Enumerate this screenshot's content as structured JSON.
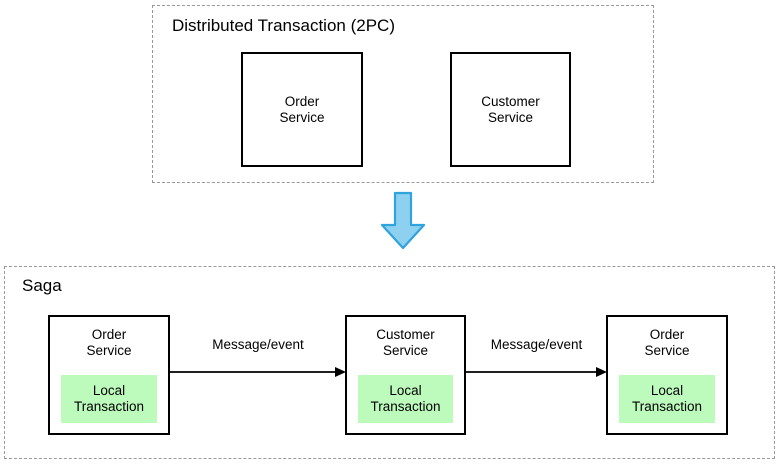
{
  "diagram": {
    "title_2pc": "Distributed Transaction (2PC)",
    "title_saga": "Saga",
    "colors": {
      "local_transaction_fill": "#bdfbbd",
      "arrow_fill": "#8ed0f0",
      "arrow_stroke": "#2ea3dc",
      "group_border": "#9a9a9a",
      "box_border": "#000000"
    },
    "two_pc": {
      "label": "Distributed Transaction (2PC)",
      "services": [
        {
          "name": "order-service",
          "label": "Order\nService"
        },
        {
          "name": "customer-service",
          "label": "Customer\nService"
        }
      ]
    },
    "transform_arrow": {
      "name": "down-arrow-icon",
      "direction": "down"
    },
    "saga": {
      "label": "Saga",
      "steps": [
        {
          "name": "order-service",
          "label": "Order\nService",
          "local": "Local\nTransaction"
        },
        {
          "name": "customer-service",
          "label": "Customer\nService",
          "local": "Local\nTransaction"
        },
        {
          "name": "order-service",
          "label": "Order\nService",
          "local": "Local\nTransaction"
        }
      ],
      "connectors": [
        {
          "label": "Message/event"
        },
        {
          "label": "Message/event"
        }
      ]
    }
  }
}
